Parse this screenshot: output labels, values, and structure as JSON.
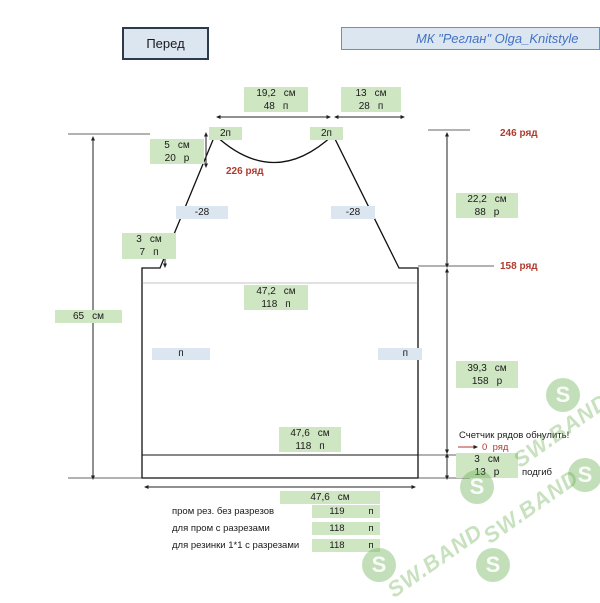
{
  "title": "Перед",
  "header": "МК \"Реглан\" Olga_Knitstyle",
  "top_widths": {
    "neck": {
      "cm": "19,2",
      "cm_unit": "см",
      "st": "48",
      "st_unit": "п"
    },
    "shoulder": {
      "cm": "13",
      "cm_unit": "см",
      "st": "28",
      "st_unit": "п"
    }
  },
  "neck_corners": {
    "left": "2п",
    "right": "2п"
  },
  "neck_depth": {
    "cm": "5",
    "cm_unit": "см",
    "rows": "20",
    "rows_unit": "р"
  },
  "row_marks": {
    "neck_row": "226 ряд",
    "top_row": "246 ряд",
    "raglan_row": "158 ряд"
  },
  "raglan_dec": {
    "left": "-28",
    "right": "-28"
  },
  "raglan_height": {
    "cm": "22,2",
    "cm_unit": "см",
    "rows": "88",
    "rows_unit": "р"
  },
  "armhole_step": {
    "cm": "3",
    "cm_unit": "см",
    "st": "7",
    "st_unit": "п"
  },
  "chest_width": {
    "cm": "47,2",
    "cm_unit": "см",
    "st": "118",
    "st_unit": "п"
  },
  "total_height": {
    "cm": "65",
    "cm_unit": "см"
  },
  "side_marks": {
    "left": "п",
    "right": "п"
  },
  "body_height": {
    "cm": "39,3",
    "cm_unit": "см",
    "rows": "158",
    "rows_unit": "р"
  },
  "hem_width": {
    "cm": "47,6",
    "cm_unit": "см",
    "st": "118",
    "st_unit": "п"
  },
  "row_counter": {
    "text": "Счетчик рядов обнулить!",
    "value": "0",
    "unit": "ряд"
  },
  "rib": {
    "cm": "3",
    "cm_unit": "см",
    "rows": "13",
    "rows_unit": "р",
    "note": "подгиб"
  },
  "bottom_table": {
    "width_cm": "47,6",
    "width_unit": "см",
    "rows": [
      {
        "label": "пром рез. без разрезов",
        "value": "119",
        "unit": "п"
      },
      {
        "label": "для пром с разрезами",
        "value": "118",
        "unit": "п"
      },
      {
        "label": "для резинки 1*1 с разрезами",
        "value": "118",
        "unit": "п"
      }
    ]
  },
  "watermark": {
    "text": "SW.BAND",
    "logo": "S"
  },
  "colors": {
    "label_bg": "#cfe6c3",
    "mark_bg": "#dce6f1",
    "row_red": "#b03a2e",
    "header_blue": "#4472c4"
  }
}
